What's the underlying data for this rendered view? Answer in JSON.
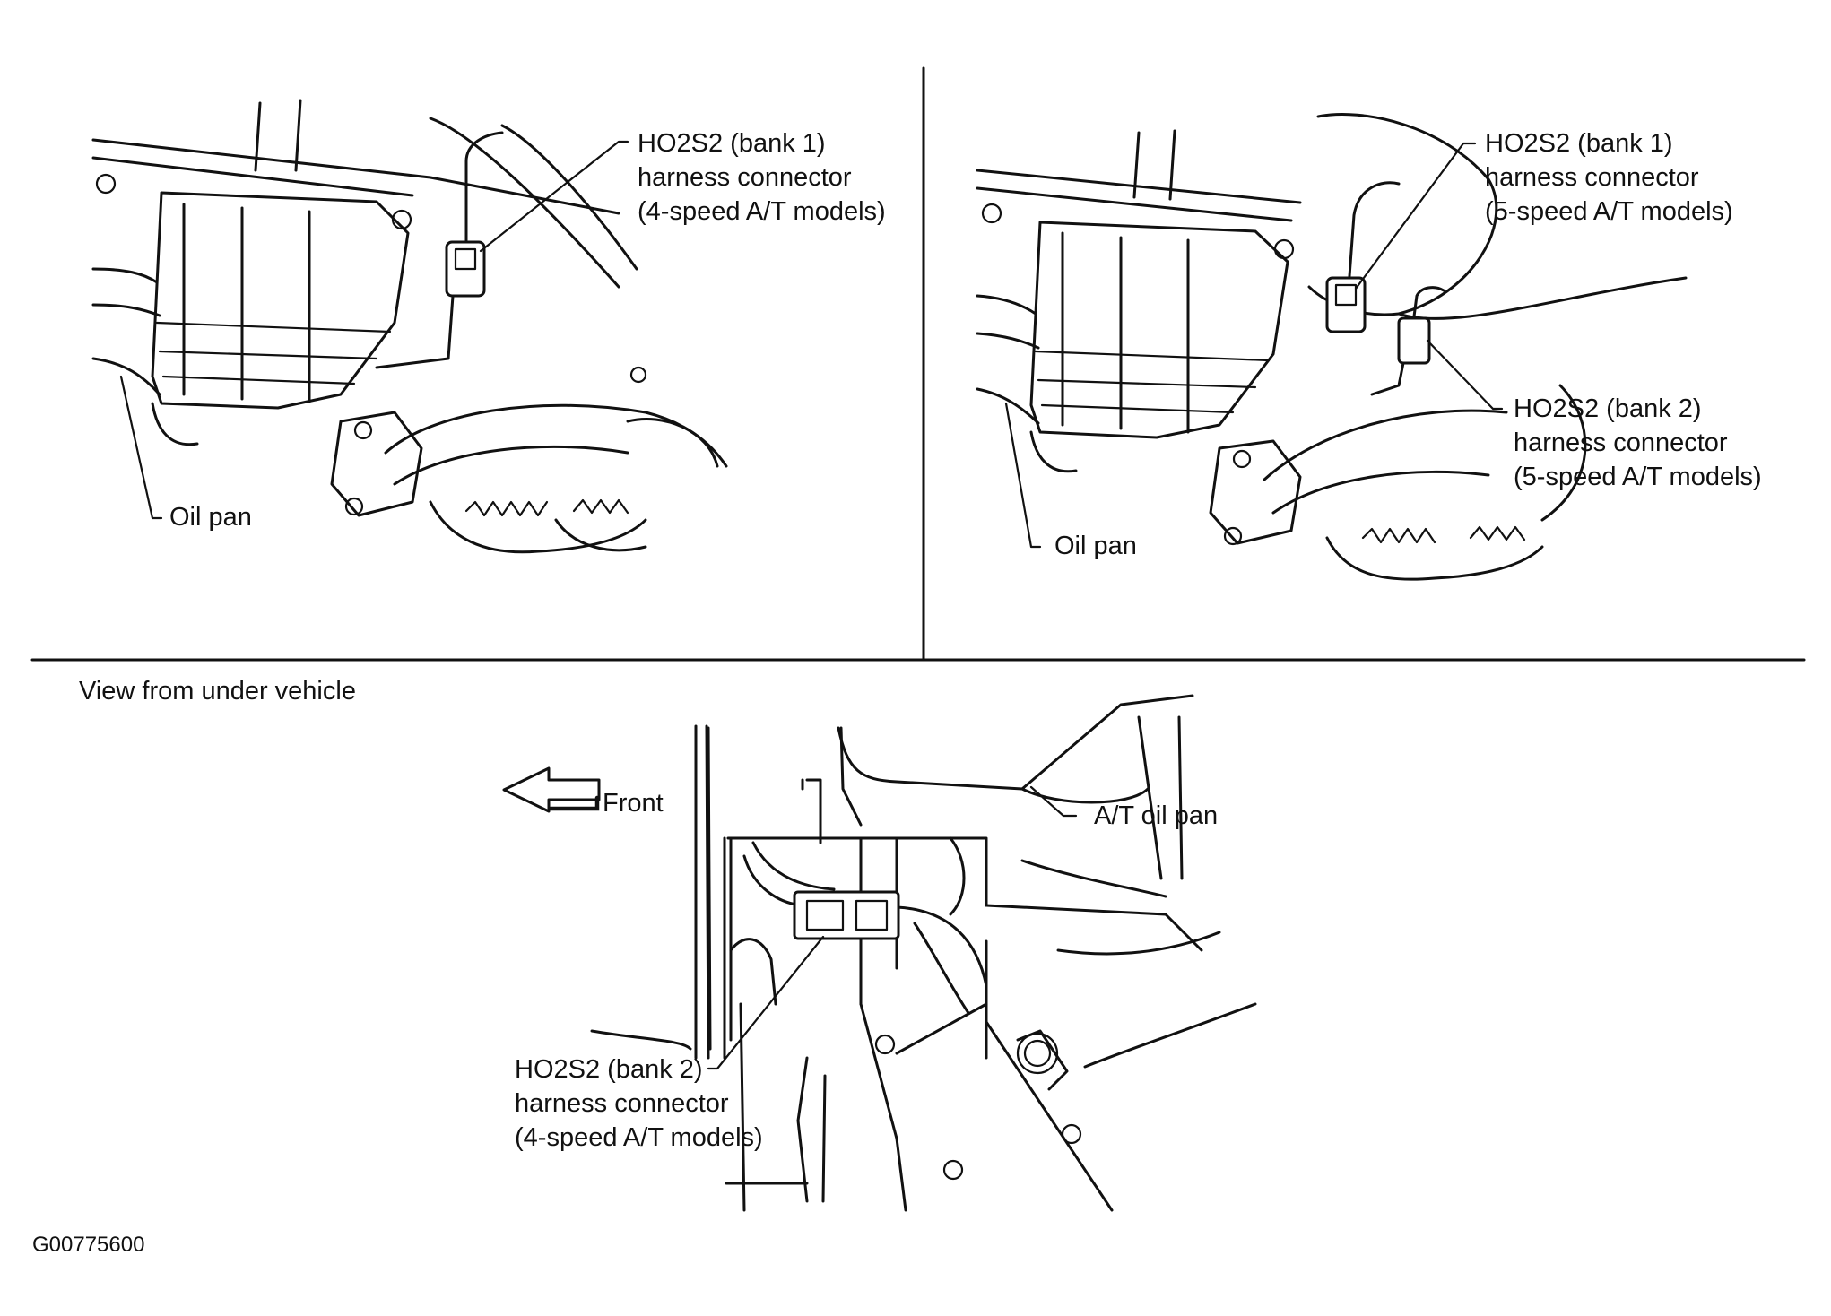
{
  "panel_top_left": {
    "connector_label": [
      "HO2S2 (bank 1)",
      "harness connector",
      "(4-speed A/T models)"
    ],
    "oil_pan_label": "Oil pan"
  },
  "panel_top_right": {
    "connector_label_bank1": [
      "HO2S2 (bank 1)",
      "harness connector",
      "(5-speed A/T models)"
    ],
    "connector_label_bank2": [
      "HO2S2 (bank 2)",
      "harness connector",
      "(5-speed A/T models)"
    ],
    "oil_pan_label": "Oil pan"
  },
  "panel_bottom": {
    "view_caption": "View from under vehicle",
    "front_label": "Front",
    "at_oil_pan_label": "A/T oil pan",
    "connector_label": [
      "HO2S2 (bank 2)",
      "harness connector",
      "(4-speed A/T models)"
    ]
  },
  "figure_code": "G00775600"
}
